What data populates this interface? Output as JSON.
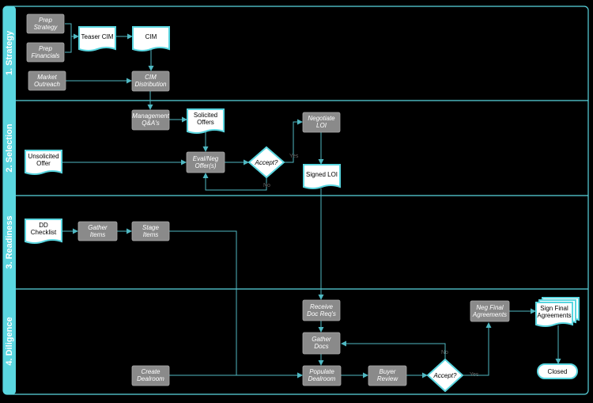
{
  "lanes": [
    {
      "label": "1. Strategy"
    },
    {
      "label": "2. Selection"
    },
    {
      "label": "3. Readiness"
    },
    {
      "label": "4. Diligence"
    }
  ],
  "processes": {
    "prep_strategy": [
      "Prep",
      "Strategy"
    ],
    "prep_financials": [
      "Prep",
      "Financials"
    ],
    "market_outreach": [
      "Market",
      "Outreach"
    ],
    "cim_distribution": [
      "CIM",
      "Distribution"
    ],
    "management_qa": [
      "Management",
      "Q&A's"
    ],
    "eval_neg_offers": [
      "Eval/Neg",
      "Offer(s)"
    ],
    "negotiate_loi": [
      "Negotiate",
      "LOI"
    ],
    "gather_items": [
      "Gather",
      "Items"
    ],
    "stage_items": [
      "Stage",
      "Items"
    ],
    "receive_doc_reqs": [
      "Receive",
      "Doc Req's"
    ],
    "gather_docs": [
      "Gather",
      "Docs"
    ],
    "create_dealroom": [
      "Create",
      "Dealroom"
    ],
    "populate_dealroom": [
      "Populate",
      "Dealroom"
    ],
    "buyer_review": [
      "Buyer",
      "Review"
    ],
    "neg_final_agreements": [
      "Neg Final",
      "Agreements"
    ]
  },
  "documents": {
    "teaser_cim": [
      "Teaser CIM"
    ],
    "cim": [
      "CIM"
    ],
    "solicited_offers": [
      "Solicited",
      "Offers"
    ],
    "unsolicited_offer": [
      "Unsolicited",
      "Offer"
    ],
    "signed_loi": [
      "Signed LOI"
    ],
    "dd_checklist": [
      "DD",
      "Checklist"
    ],
    "sign_final_agreements": [
      "Sign Final",
      "Agreements"
    ]
  },
  "decisions": {
    "accept_selection": "Accept?",
    "accept_diligence": "Accept?"
  },
  "terminals": {
    "closed": "Closed"
  },
  "connector_labels": {
    "yes": "Yes",
    "no": "No"
  },
  "colors": {
    "lane_header": "#5ad6e0",
    "lane_border": "#5ad6e0",
    "connector": "#4fb8c2",
    "process_fill": "#8a8a8a",
    "background": "#000000"
  }
}
